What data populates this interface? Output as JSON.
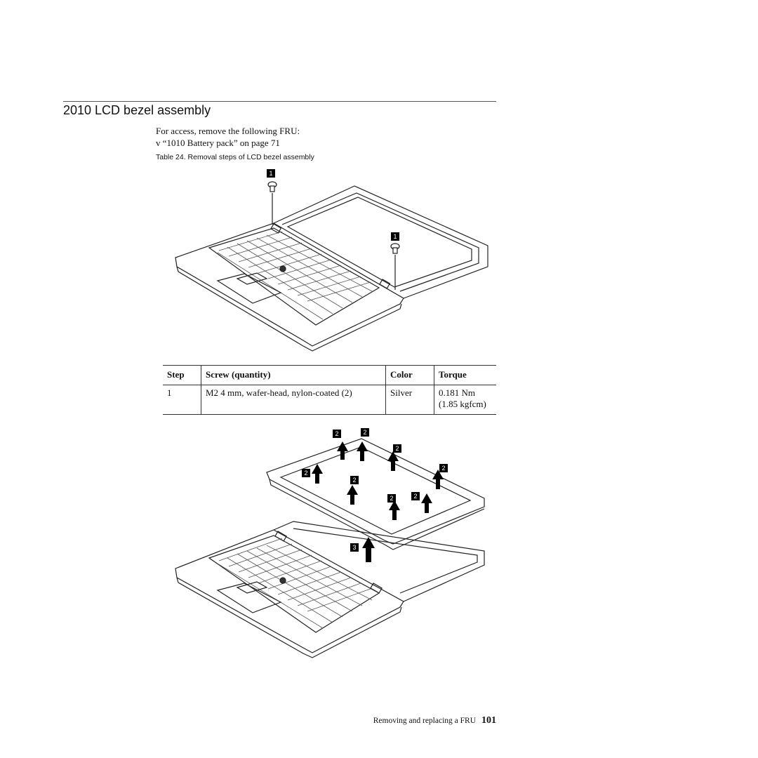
{
  "page": {
    "title": "2010 LCD bezel assembly",
    "access_intro": "For access, remove the following FRU:",
    "access_item": "v  “1010 Battery pack” on page 71",
    "table_caption": "Table 24. Removal steps of LCD bezel assembly"
  },
  "figure1": {
    "callouts": [
      "1",
      "1"
    ]
  },
  "screw_table": {
    "headers": [
      "Step",
      "Screw (quantity)",
      "Color",
      "Torque"
    ],
    "rows": [
      {
        "step": "1",
        "screw": "M2   4 mm, wafer-head, nylon-coated (2)",
        "color": "Silver",
        "torque_line1": "0.181 Nm",
        "torque_line2": "(1.85 kgfcm)"
      }
    ]
  },
  "figure2": {
    "callouts": [
      "2",
      "2",
      "2",
      "2",
      "2",
      "2",
      "2",
      "2",
      "3"
    ]
  },
  "footer": {
    "text": "Removing and replacing a FRU",
    "page_number": "101"
  }
}
